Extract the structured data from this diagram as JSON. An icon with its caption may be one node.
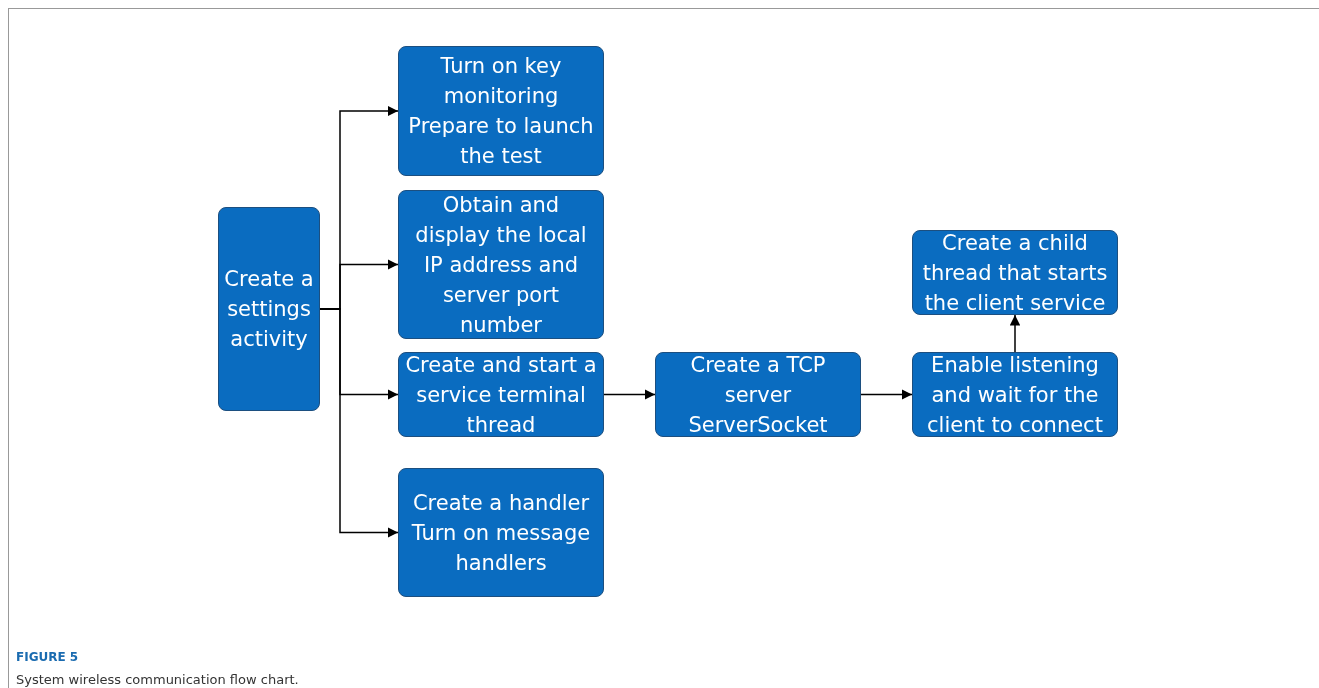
{
  "diagram": {
    "caption": "System wireless communication flow chart.",
    "nodes": [
      {
        "text": [
          "Create a settings activity"
        ]
      },
      {
        "text": [
          "Turn on key monitoring",
          "Prepare to launch the test"
        ]
      },
      {
        "text": [
          "Obtain and display the local IP address and server port number"
        ]
      },
      {
        "text": [
          "Create and start a service terminal thread"
        ]
      },
      {
        "text": [
          "Create a handler",
          "Turn on message handlers"
        ]
      },
      {
        "text": [
          "Create a TCP server ServerSocket"
        ]
      },
      {
        "text": [
          "Enable listening and wait for the client to connect"
        ]
      },
      {
        "text": [
          "Create a child thread that starts the client service"
        ]
      }
    ],
    "edges": [
      {
        "from": 0,
        "to": 1,
        "arrow": "to"
      },
      {
        "from": 0,
        "to": 2,
        "arrow": "to"
      },
      {
        "from": 0,
        "to": 3,
        "arrow": "to"
      },
      {
        "from": 0,
        "to": 4,
        "arrow": "to"
      },
      {
        "from": 3,
        "to": 5,
        "arrow": "to"
      },
      {
        "from": 5,
        "to": 6,
        "arrow": "to"
      },
      {
        "from": 6,
        "to": 7,
        "arrow": "to"
      }
    ],
    "labels": [
      "FIGURE 5"
    ]
  }
}
